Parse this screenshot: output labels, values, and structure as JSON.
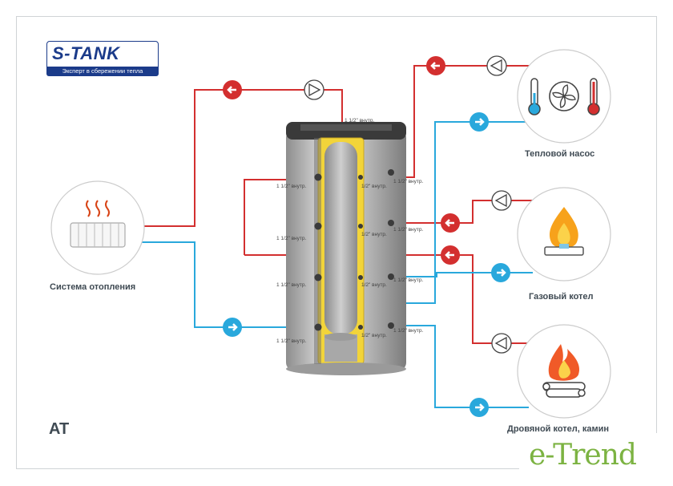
{
  "logo": {
    "name": "S-TANK",
    "tagline": "Эксперт в сбережении тепла"
  },
  "model_label": "AT",
  "watermark": "e-Trend",
  "labels": {
    "heating_system": "Система отопления",
    "heat_pump": "Тепловой насос",
    "gas_boiler": "Газовый котел",
    "wood_boiler": "Дровяной котел, камин"
  },
  "fitting_label": "1 1/2\" внутр.",
  "fittings_left": [
    "1 1/2\" внутр.",
    "1 1/2\" внутр.",
    "1 1/2\" внутр.",
    "1 1/2\" внутр."
  ],
  "fittings_inner": [
    "1/2\" внутр.",
    "1/2\" внутр.",
    "1/2\" внутр.",
    "1/2\" внутр."
  ],
  "fittings_right": [
    "1 1/2\" внутр.",
    "1 1/2\" внутр.",
    "1 1/2\" внутр.",
    "1 1/2\" внутр."
  ],
  "top_fitting": "1 1/2\" внутр.",
  "colors": {
    "supply": "#d32f2f",
    "return": "#29a8dc",
    "brand": "#1b3b8a",
    "tank": "#b9b9b9",
    "insulation": "#f2d43a"
  },
  "icons": [
    "radiator-icon",
    "heat-pump-icon",
    "gas-flame-icon",
    "wood-fire-icon",
    "pump-icon",
    "flow-arrow-icon"
  ]
}
